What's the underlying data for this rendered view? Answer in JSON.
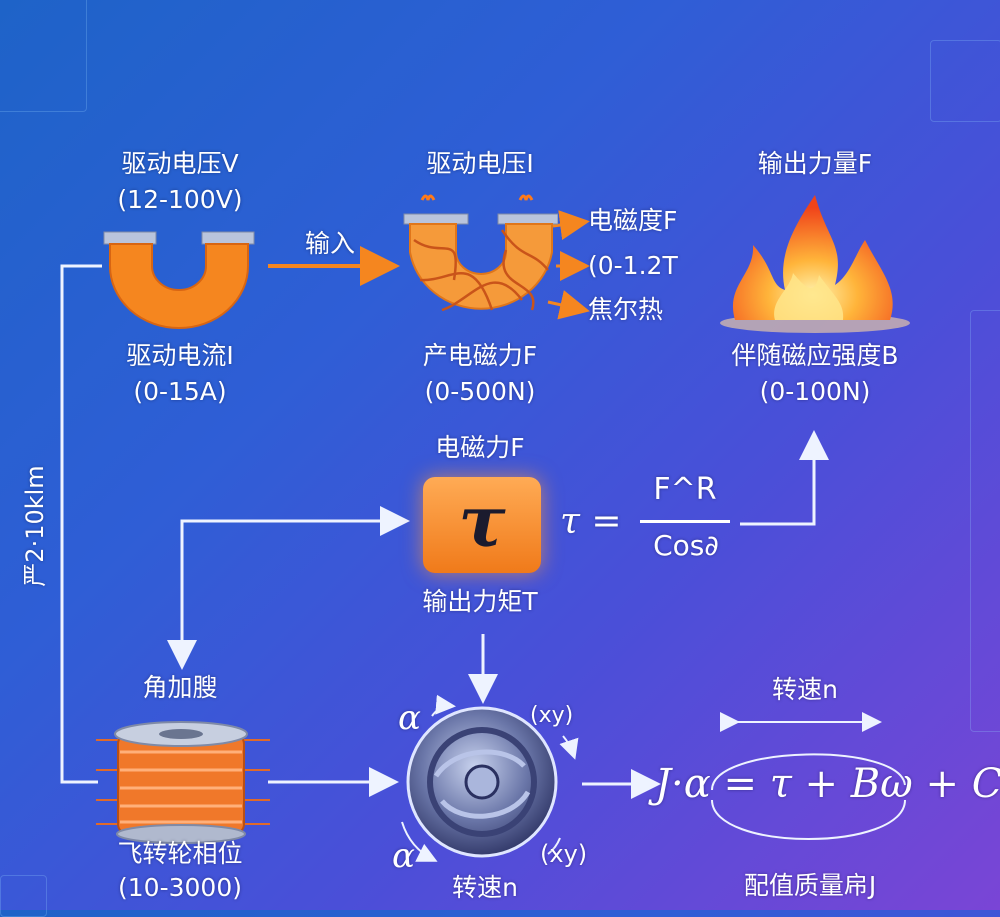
{
  "nodes": {
    "drive_voltage": {
      "title": "驱动电压V",
      "range": "(12-100V)"
    },
    "drive_current": {
      "title": "驱动电流I",
      "range": "(0-15A)"
    },
    "input_arrow": {
      "label": "输入"
    },
    "drive_voltage_2": {
      "title": "驱动电压I"
    },
    "em_outputs": {
      "items": [
        "电磁度F",
        "(0-1.2T",
        "焦尔热"
      ]
    },
    "em_force_produced": {
      "title": "产电磁力F",
      "range": "(0-500N)"
    },
    "output_force": {
      "title": "输出力量F"
    },
    "induced_field": {
      "title": "伴随磁应强度B",
      "range": "(0-100N)"
    },
    "em_force": {
      "title": "电磁力F"
    },
    "tau_box": {
      "symbol": "τ"
    },
    "torque": {
      "title": "输出力矩T"
    },
    "torque_formula": {
      "lhs": "τ =",
      "numerator": "F^R",
      "denominator": "Cos∂"
    },
    "side_label": {
      "text": "严2·10klm"
    },
    "angular_accel": {
      "title": "角加膄"
    },
    "flywheel": {
      "title": "飞转轮相位",
      "range": "(10-3000)"
    },
    "rotor": {
      "alpha_top": "α",
      "xy_top": "(xy)",
      "alpha_bottom": "α",
      "xy_bottom": "(xy)",
      "speed": "转速n"
    },
    "equation": {
      "text": "J·α = τ + Bω + C",
      "speed_label": "转速n",
      "bottom_label": "配值质量帍J"
    }
  },
  "colors": {
    "accent_orange": "#f5861f",
    "arrow": "#e9f1ff",
    "background_start": "#1e63c8",
    "background_end": "#7a45d6"
  }
}
